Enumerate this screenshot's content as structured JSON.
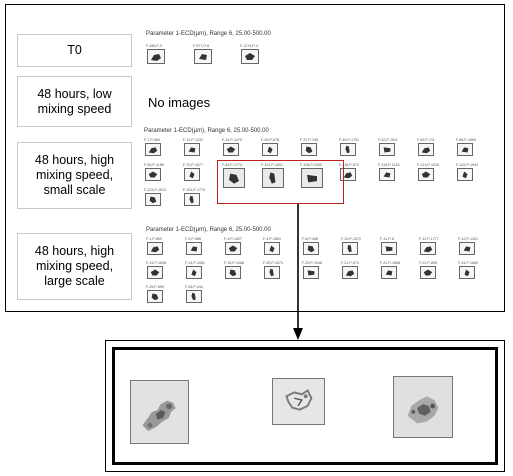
{
  "conditions": [
    {
      "label": "T0"
    },
    {
      "label": "48 hours, low mixing speed"
    },
    {
      "label": "48 hours, high mixing speed, small scale"
    },
    {
      "label": "48 hours, high mixing speed, large scale"
    }
  ],
  "panels": {
    "t0": {
      "title": "Parameter 1-ECD(µm), Range 6, 25.00-500.00",
      "thumbs": [
        "F-288,P-3",
        "F-977,P-8",
        "F-1274,P-4"
      ]
    },
    "low_speed": {
      "message": "No images"
    },
    "small_scale": {
      "title": "Parameter 1-ECD(µm), Range 6, 25.00-500.00",
      "thumbs": [
        "F-7,P-984",
        "F-12,P-1231",
        "F-19,P-1475",
        "F-26,P-678",
        "F-37,P-198",
        "F-46,P-1751",
        "F-52,P-1611",
        "F-82,P-711",
        "F-86,P-1869",
        "F-89,P-1188",
        "F-70,P-1677",
        "F-83,P-1774",
        "F-101,P-1601",
        "F-106,P-2305",
        "F-116,P-673",
        "F-119,P-1143",
        "F-121,P-1016",
        "F-122,P-1944",
        "F-123,P-1613",
        "F-161,P-1770"
      ]
    },
    "large_scale": {
      "title": "Parameter 1-ECD(µm), Range 6, 25.00-500.00",
      "thumbs": [
        "F-1,P-899",
        "F-2,P-986",
        "F-3,P-1527",
        "F-4,P-1881",
        "F-6,P-468",
        "F-10,P-1572",
        "F-11,P-6",
        "F-11,P-1777",
        "F-12,P-1421",
        "F-13,P-1698",
        "F-14,P-1081",
        "F-15,P-1068",
        "F-20,P-1671",
        "F-20,P-1946",
        "F-21,P-574",
        "F-21,P-1658",
        "F-22,P-898",
        "F-24,P-1880",
        "F-25,P-699",
        "F-26,P-244"
      ]
    }
  },
  "colors": {
    "highlight": "#c02020",
    "frame": "#000000",
    "box_border": "#c8c8c8"
  }
}
